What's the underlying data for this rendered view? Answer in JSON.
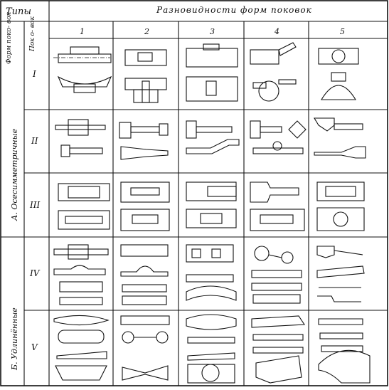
{
  "header": {
    "types_label": "Типы",
    "variety_label": "Разновидности форм поковок",
    "form_group_label": "Форм поко- вок",
    "forging_group_label": "Пок о- вок"
  },
  "columns": [
    "1",
    "2",
    "3",
    "4",
    "5"
  ],
  "groups": [
    {
      "label": "А. Осесимметричные"
    },
    {
      "label": "Б. Удлинённые"
    }
  ],
  "rows": [
    {
      "roman": "I"
    },
    {
      "roman": "II"
    },
    {
      "roman": "III"
    },
    {
      "roman": "IV"
    },
    {
      "roman": "V"
    }
  ],
  "line_color": "#111111",
  "hatch_pattern": "diagonal-hatch"
}
